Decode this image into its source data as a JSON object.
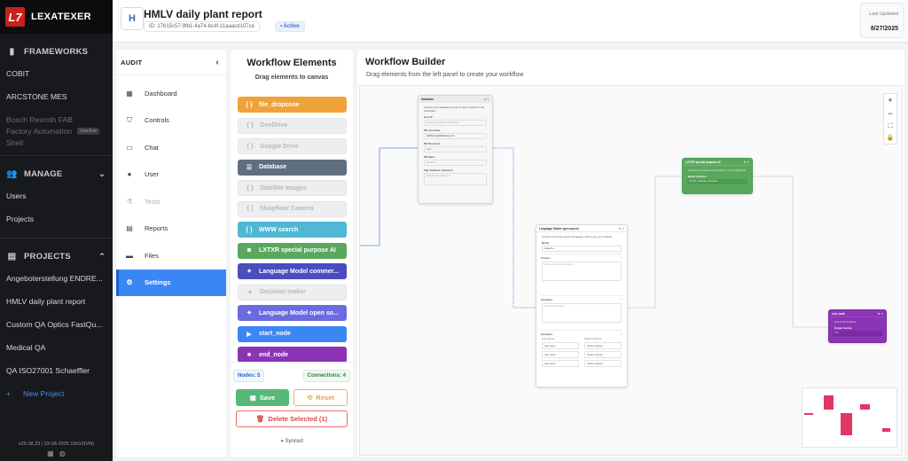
{
  "brand": {
    "name": "LEXATEXER",
    "logo_text": "L7"
  },
  "sidebar": {
    "frameworks": {
      "title": "FRAMEWORKS",
      "items": [
        {
          "label": "COBIT"
        },
        {
          "label": "ARCSTONE MES"
        }
      ],
      "inactive_items": [
        {
          "label": "Bosch Rexroth FAB"
        },
        {
          "label": "Factory Automation",
          "badge": "Inactive"
        },
        {
          "label": "Shell"
        }
      ]
    },
    "manage": {
      "title": "MANAGE",
      "items": [
        {
          "label": "Users"
        },
        {
          "label": "Projects"
        }
      ]
    },
    "projects": {
      "title": "PROJECTS",
      "items": [
        {
          "label": "Angeboterstellung ENDRE..."
        },
        {
          "label": "HMLV daily plant report"
        },
        {
          "label": "Custom QA Optics FastQu..."
        },
        {
          "label": "Medical QA"
        },
        {
          "label": "QA ISO27001 Schaeffler"
        }
      ],
      "new_project": "New Project"
    },
    "version": "v25.08.23 | 23-08-2025 15h10(VN)"
  },
  "header": {
    "avatar": "H",
    "title": "HMLV daily plant report",
    "id": "ID: 17615c57-9fb1-4a74-bc4f-11aaacd107ce",
    "status": "Active",
    "last_updated_label": "Last Updated",
    "last_updated_value": "8/27/2025"
  },
  "audit": {
    "title": "AUDIT",
    "items": [
      {
        "label": "Dashboard"
      },
      {
        "label": "Controls"
      },
      {
        "label": "Chat"
      },
      {
        "label": "User"
      },
      {
        "label": "Tests"
      },
      {
        "label": "Reports"
      },
      {
        "label": "Files"
      },
      {
        "label": "Settings"
      }
    ]
  },
  "elements": {
    "title": "Workflow Elements",
    "subtitle": "Drag elements to canvas",
    "items": [
      {
        "label": "file_dropzone",
        "color": "#f0a23a"
      },
      {
        "label": "OneDrive"
      },
      {
        "label": "Google Drive"
      },
      {
        "label": "Database",
        "color": "#5f6f7e"
      },
      {
        "label": "Satellite Images"
      },
      {
        "label": "Shopfloor Camera"
      },
      {
        "label": "WWW search",
        "color": "#4fb8d4"
      },
      {
        "label": "LXTXR special purpose AI",
        "color": "#5aa85e"
      },
      {
        "label": "Language Model commer...",
        "color": "#4a4dc0"
      },
      {
        "label": "Decision maker"
      },
      {
        "label": "Language Model open so...",
        "color": "#6a6be0"
      },
      {
        "label": "start_node",
        "color": "#3b86f5"
      },
      {
        "label": "end_node",
        "color": "#8b34b6"
      }
    ],
    "nodes_label": "Nodes: 5",
    "connections_label": "Connections: 4",
    "save": "Save",
    "reset": "Reset",
    "delete": "Delete Selected (1)",
    "synced": "Synced"
  },
  "builder": {
    "title": "Workflow Builder",
    "subtitle": "Drag elements from the left panel to create your workflow",
    "database_node": {
      "title": "Database",
      "desc": "Connect your database to store & show contents in the workspace",
      "fields": [
        {
          "label": "Host IP",
          "value": "Enter your database IP address",
          "filled": false
        },
        {
          "label": "DB Username",
          "value": "fullPlanner@Database.com",
          "filled": true
        },
        {
          "label": "DB Password",
          "value": "••••••",
          "filled": true
        },
        {
          "label": "DB Name",
          "value": "DB Name",
          "filled": false
        }
      ],
      "sql_label": "SQL database statement",
      "sql_placeholder": "Specify SQL Statement"
    },
    "lxtxr_node": {
      "title": "LXTXR special purpose AI",
      "desc": "Optimize & format customer RFQ & your intelligence",
      "field_label": "Model Variation",
      "field_value": "LXTXR_Optimize_Manufact"
    },
    "lm_node": {
      "title": "Language Model open source",
      "desc": "Connect to an open source language model to run your analysis",
      "model_label": "Model",
      "model_value": "Qwen3:a",
      "prompt_label": "Prompt",
      "prompt_placeholder": "Enter your prompt template...",
      "examples_label": "Examples",
      "examples_placeholder": "Add examples here...",
      "examples_head_label": "Examples",
      "col_user": "User queries",
      "col_system": "System answers",
      "rows": [
        {
          "user": "User query",
          "system": "System answer"
        },
        {
          "user": "User query",
          "system": "System answer"
        },
        {
          "user": "User query",
          "system": "System answer"
        }
      ]
    },
    "end_node": {
      "title": "end_node",
      "desc": "End of the workflow",
      "field_label": "Output Format",
      "field_value": "Text"
    }
  }
}
